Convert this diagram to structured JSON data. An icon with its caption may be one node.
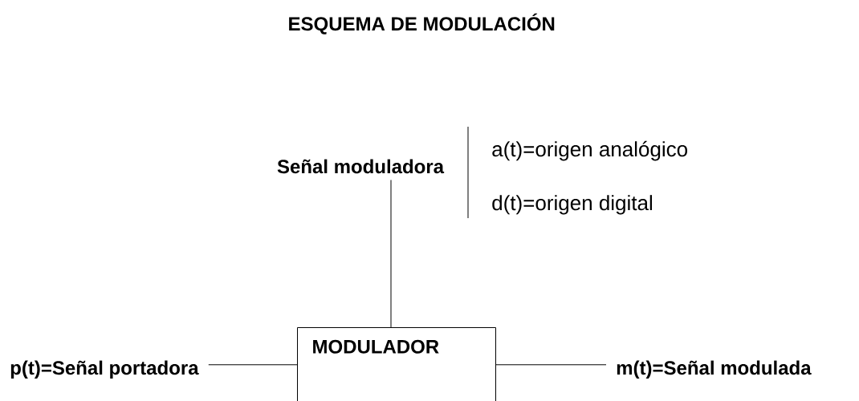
{
  "diagram": {
    "title": "ESQUEMA DE MODULACIÓN",
    "nodes": [
      {
        "text": [
          "Señal moduladora"
        ]
      },
      {
        "text": [
          "MODULADOR"
        ]
      },
      {
        "text": [
          "p(t)=Señal portadora"
        ]
      },
      {
        "text": [
          "m(t)=Señal modulada"
        ]
      }
    ],
    "edges": [
      {
        "from": 0,
        "to": 1,
        "arrow": "none"
      },
      {
        "from": 2,
        "to": 1,
        "arrow": "none"
      },
      {
        "from": 1,
        "to": 3,
        "arrow": "none"
      }
    ],
    "labels": [
      "a(t)=origen analógico",
      "d(t)=origen digital"
    ]
  }
}
